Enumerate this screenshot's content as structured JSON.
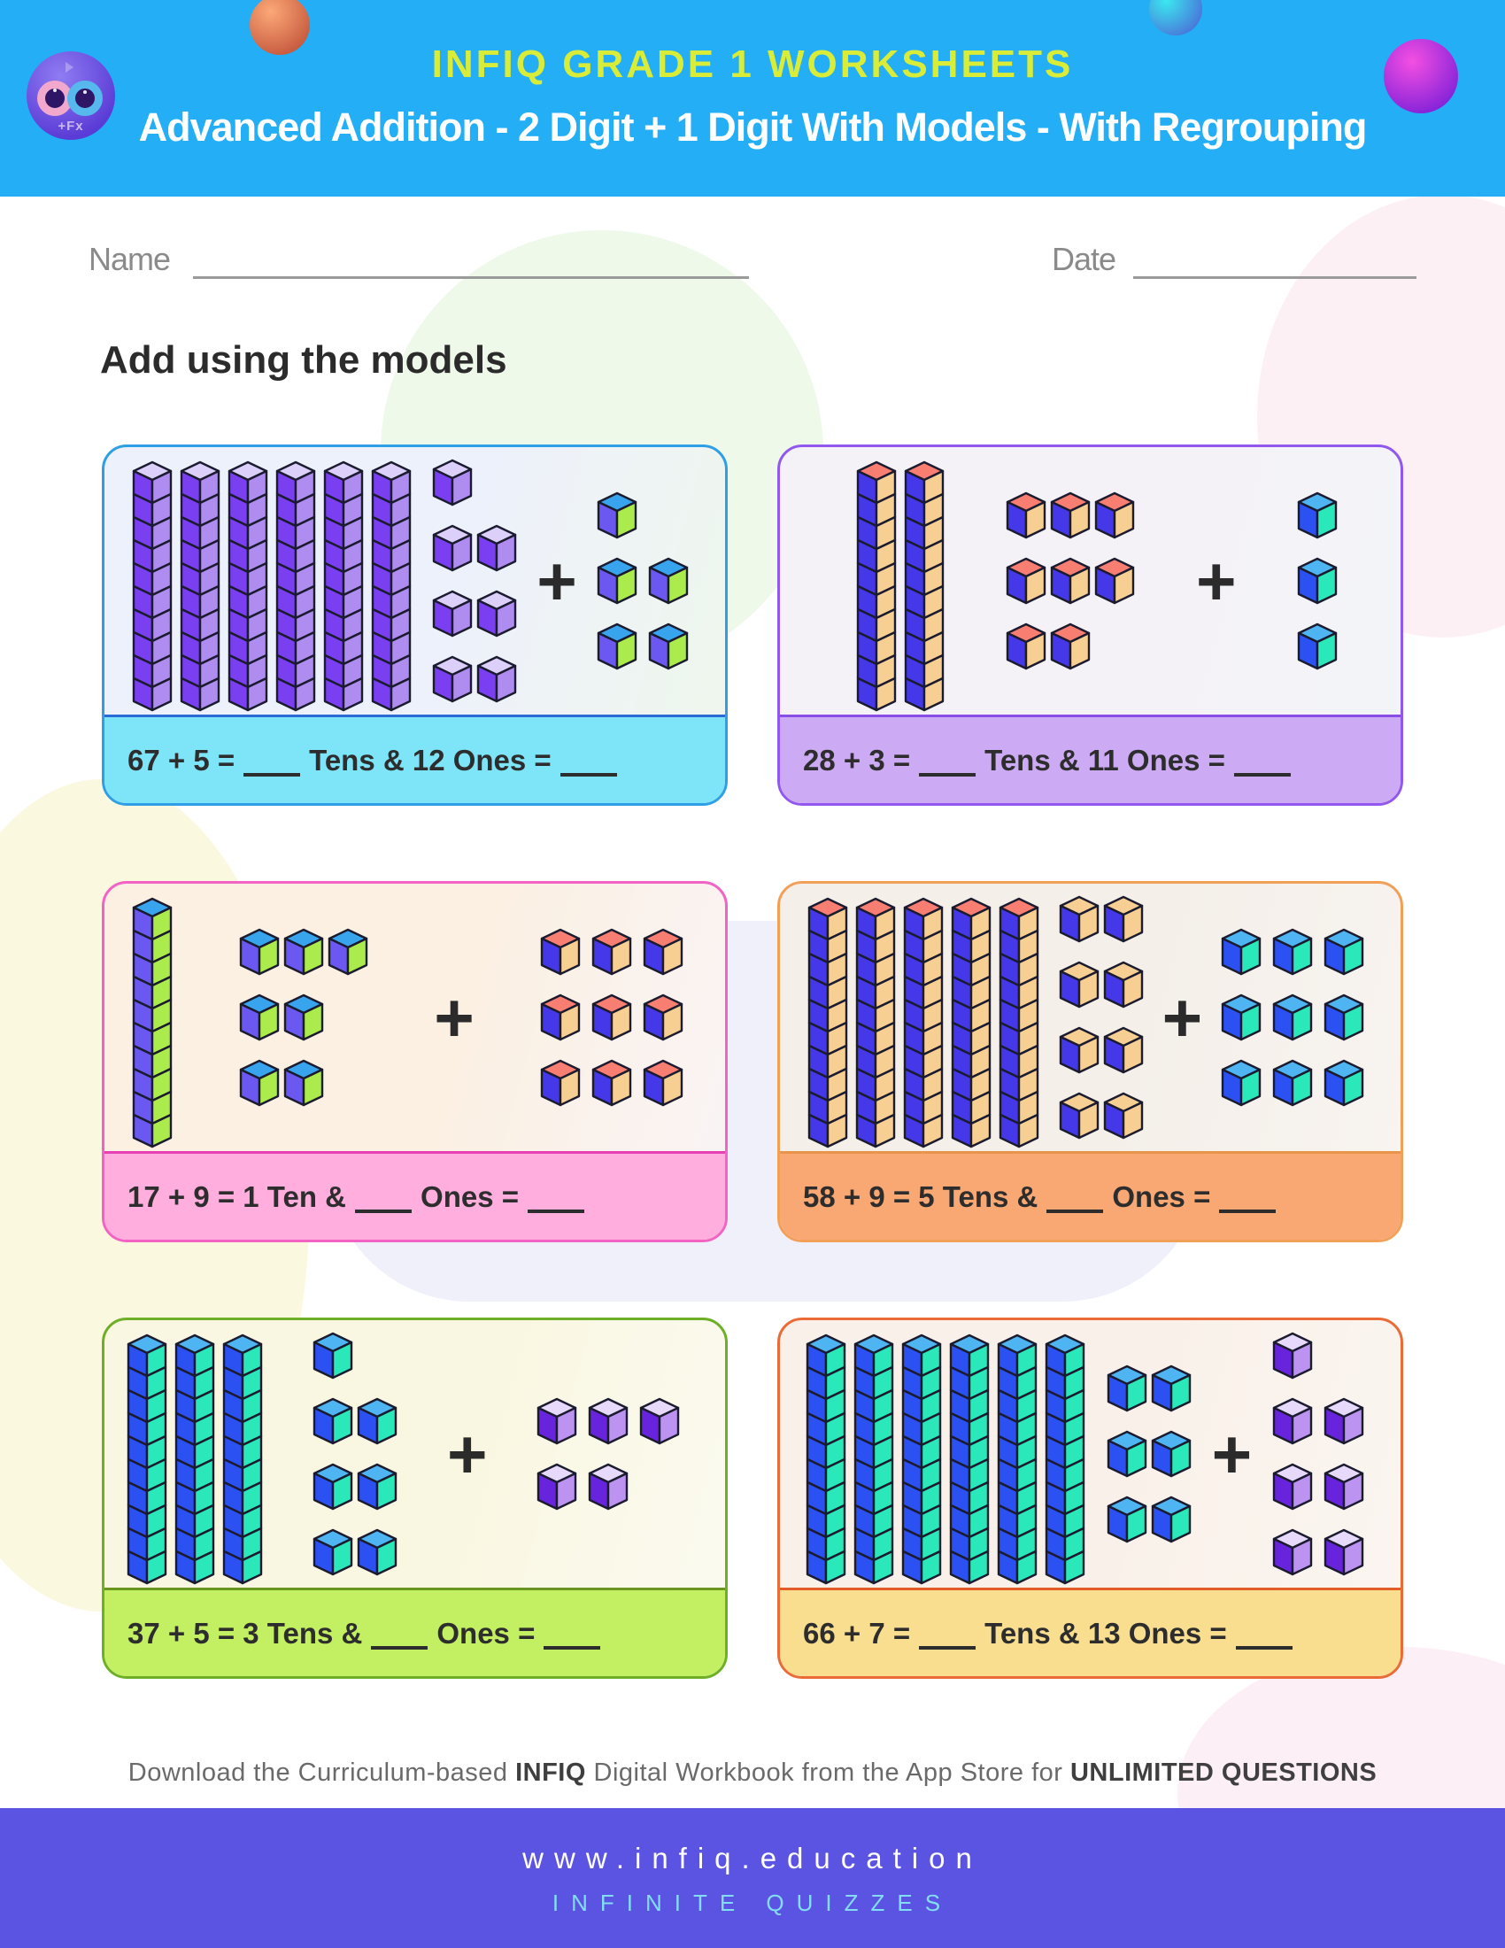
{
  "header": {
    "brand": "INFIQ GRADE 1 WORKSHEETS",
    "title": "Advanced Addition - 2 Digit + 1 Digit With Models - With Regrouping",
    "logo_label": "+Fx"
  },
  "fields": {
    "name_label": "Name",
    "date_label": "Date"
  },
  "instruction": "Add using the models",
  "symbols": {
    "plus": "+"
  },
  "colors": {
    "header_bg": "#23AEF5",
    "brand_text": "#D9EC37",
    "bottom_bar": "#5B54E2",
    "tagline_text": "#82DDF2",
    "schemes": {
      "purple": {
        "top": "#DCD0FA",
        "left": "#7B3FF2",
        "right": "#AF8CEF"
      },
      "purpleGreen": {
        "top": "#38A4EE",
        "left": "#6A58F0",
        "right": "#ABEC4C"
      },
      "indigoPeachRed": {
        "top": "#F87E72",
        "left": "#4438E8",
        "right": "#F8CF92"
      },
      "indigoPeach": {
        "top": "#F8CF92",
        "left": "#4438E8",
        "right": "#F8CF92"
      },
      "blueTeal": {
        "top": "#4FB4F2",
        "left": "#2B51F2",
        "right": "#2BE8BA"
      },
      "violet": {
        "top": "#E6D9FB",
        "left": "#6724DC",
        "right": "#BD93F2"
      }
    }
  },
  "cards": [
    {
      "border": "#2E9FE6",
      "divider": "#2C6BD6",
      "strip_bg": "#7EE4F8",
      "bg": [
        "#EDF1FB",
        "#EFF7EC"
      ],
      "pad": [
        30,
        40
      ],
      "rods": 6,
      "rod_scheme": "purple",
      "ones_rows": [
        1,
        2,
        2,
        2
      ],
      "ones_scheme": "purple",
      "addend_rows": [
        1,
        2,
        2
      ],
      "addend_scheme": "purpleGreen",
      "equation": [
        "67 + 5 =",
        "_",
        "Tens & 12 Ones  =",
        "_"
      ]
    },
    {
      "border": "#9257EE",
      "divider": "#8A4DE8",
      "strip_bg": "#CDABF4",
      "bg": [
        "#F5F2F7",
        "#F2F4F8"
      ],
      "pad": [
        85,
        70
      ],
      "rods": 2,
      "rod_scheme": "indigoPeachRed",
      "ones_rows": [
        3,
        3,
        2
      ],
      "ones_scheme": "indigoPeachRed",
      "addend_rows": [
        1,
        1,
        1
      ],
      "addend_scheme": "blueTeal",
      "equation": [
        "28 + 3 =",
        "_",
        "Tens & 11 Ones  =",
        "_"
      ]
    },
    {
      "border": "#F263C4",
      "divider": "#E73FB4",
      "strip_bg": "#FFAEDD",
      "bg": [
        "#FBF0E2",
        "#F9F4F6"
      ],
      "pad": [
        30,
        46
      ],
      "rods": 1,
      "rod_scheme": "purpleGreen",
      "ones_rows": [
        3,
        2,
        2
      ],
      "ones_scheme": "purpleGreen",
      "addend_rows": [
        3,
        3,
        3
      ],
      "addend_scheme": "indigoPeachRed",
      "equation": [
        "17 + 9 = 1 Ten &",
        "_",
        "Ones =",
        "_"
      ]
    },
    {
      "border": "#F2A057",
      "divider": "#E8954A",
      "strip_bg": "#F9A873",
      "bg": [
        "#F4EFE9",
        "#F8F4F0"
      ],
      "pad": [
        30,
        40
      ],
      "rods": 5,
      "rod_scheme": "indigoPeachRed",
      "ones_rows": [
        2,
        2,
        2,
        2
      ],
      "ones_scheme": "indigoPeach",
      "addend_rows": [
        3,
        3,
        3
      ],
      "addend_scheme": "blueTeal",
      "equation": [
        "58 + 9 = 5 Tens &",
        "_",
        "Ones =",
        "_"
      ]
    },
    {
      "border": "#6FAE27",
      "divider": "#68961F",
      "strip_bg": "#C3EF62",
      "bg": [
        "#F9F7E1",
        "#FBFAF0"
      ],
      "pad": [
        24,
        50
      ],
      "rods": 3,
      "rod_scheme": "blueTeal",
      "ones_rows": [
        1,
        2,
        2,
        2
      ],
      "ones_scheme": "blueTeal",
      "addend_rows": [
        3,
        2
      ],
      "addend_scheme": "violet",
      "equation": [
        "37 + 5 = 3 Tens &",
        "_",
        "Ones =",
        "_"
      ]
    },
    {
      "border": "#EA6B36",
      "divider": "#E25C28",
      "strip_bg": "#FADE90",
      "bg": [
        "#F9F1E9",
        "#FBF5F1"
      ],
      "pad": [
        28,
        40
      ],
      "rods": 6,
      "rod_scheme": "blueTeal",
      "ones_rows": [
        2,
        2,
        2
      ],
      "ones_scheme": "blueTeal",
      "addend_rows": [
        1,
        2,
        2,
        2
      ],
      "addend_scheme": "violet",
      "equation": [
        "66 + 7 =",
        "_",
        "Tens & 13 Ones  =",
        "_"
      ]
    }
  ],
  "footer": {
    "note": [
      {
        "text": "Download the Curriculum-based ",
        "bold": false
      },
      {
        "text": "INFIQ",
        "bold": true
      },
      {
        "text": " Digital Workbook from the App Store for ",
        "bold": false
      },
      {
        "text": "UNLIMITED QUESTIONS",
        "bold": true
      }
    ],
    "website": "www.infiq.education",
    "tagline": "INFINITE QUIZZES"
  }
}
